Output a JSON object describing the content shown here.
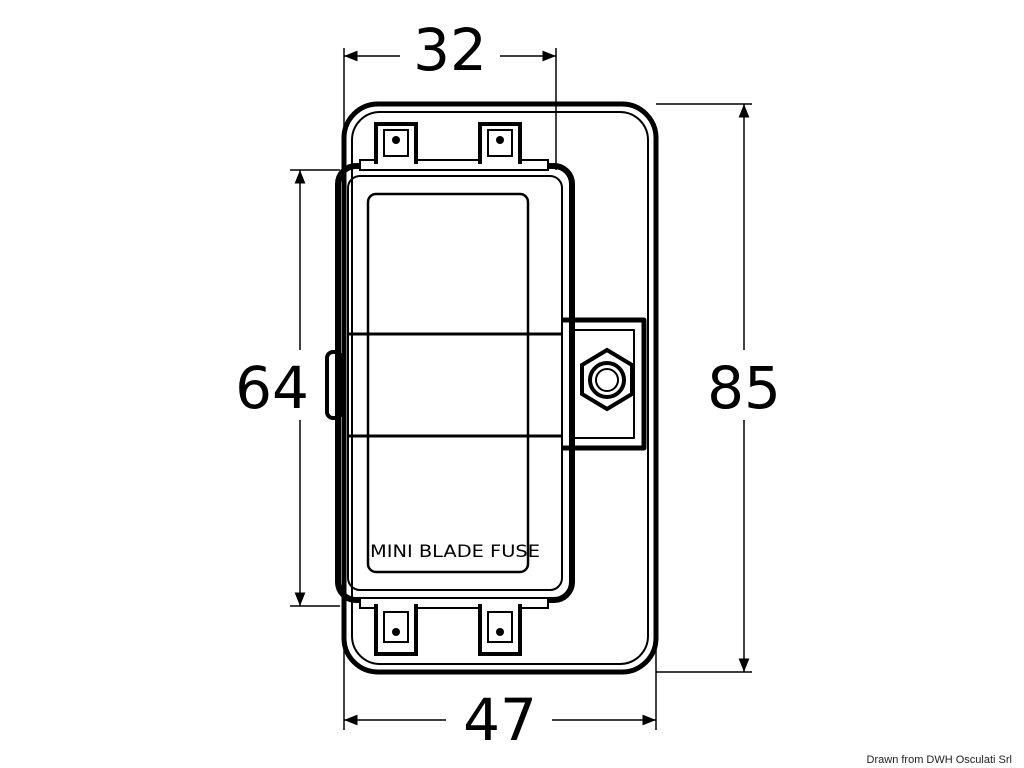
{
  "dimensions": {
    "top_width": "32",
    "inner_height": "64",
    "outer_height": "85",
    "bottom_width": "47"
  },
  "fuse_label": "MINI BLADE FUSE",
  "credit": "Drawn from DWH Osculati Srl"
}
